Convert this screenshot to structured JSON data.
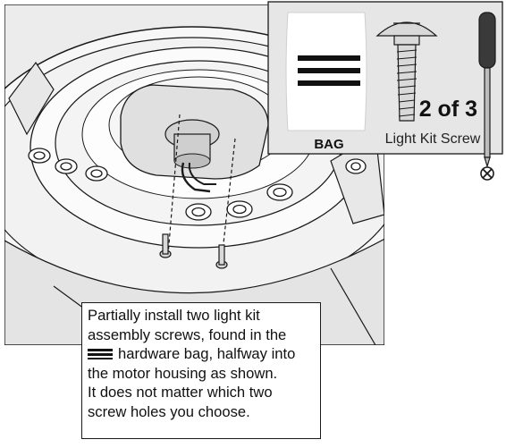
{
  "hardware": {
    "bag_label": "BAG",
    "count_label": "2 of 3",
    "part_name": "Light Kit Screw",
    "bag_icon": "three-bar-bag-icon",
    "screw_icon": "round-head-screw-icon",
    "tool_icon": "screwdriver-icon",
    "drive_icon": "phillips-drive-icon"
  },
  "instructions": {
    "lines": [
      "Partially install two light kit",
      "assembly screws, found in the",
      "hardware bag, halfway into",
      "the motor housing as shown.",
      "It does not matter which two",
      "screw holes you choose."
    ],
    "inline_icon": "three-bar-bag-icon"
  },
  "colors": {
    "line": "#1a1a1a",
    "panel": "#e6e6e6",
    "metal": "#d9d9d9"
  }
}
